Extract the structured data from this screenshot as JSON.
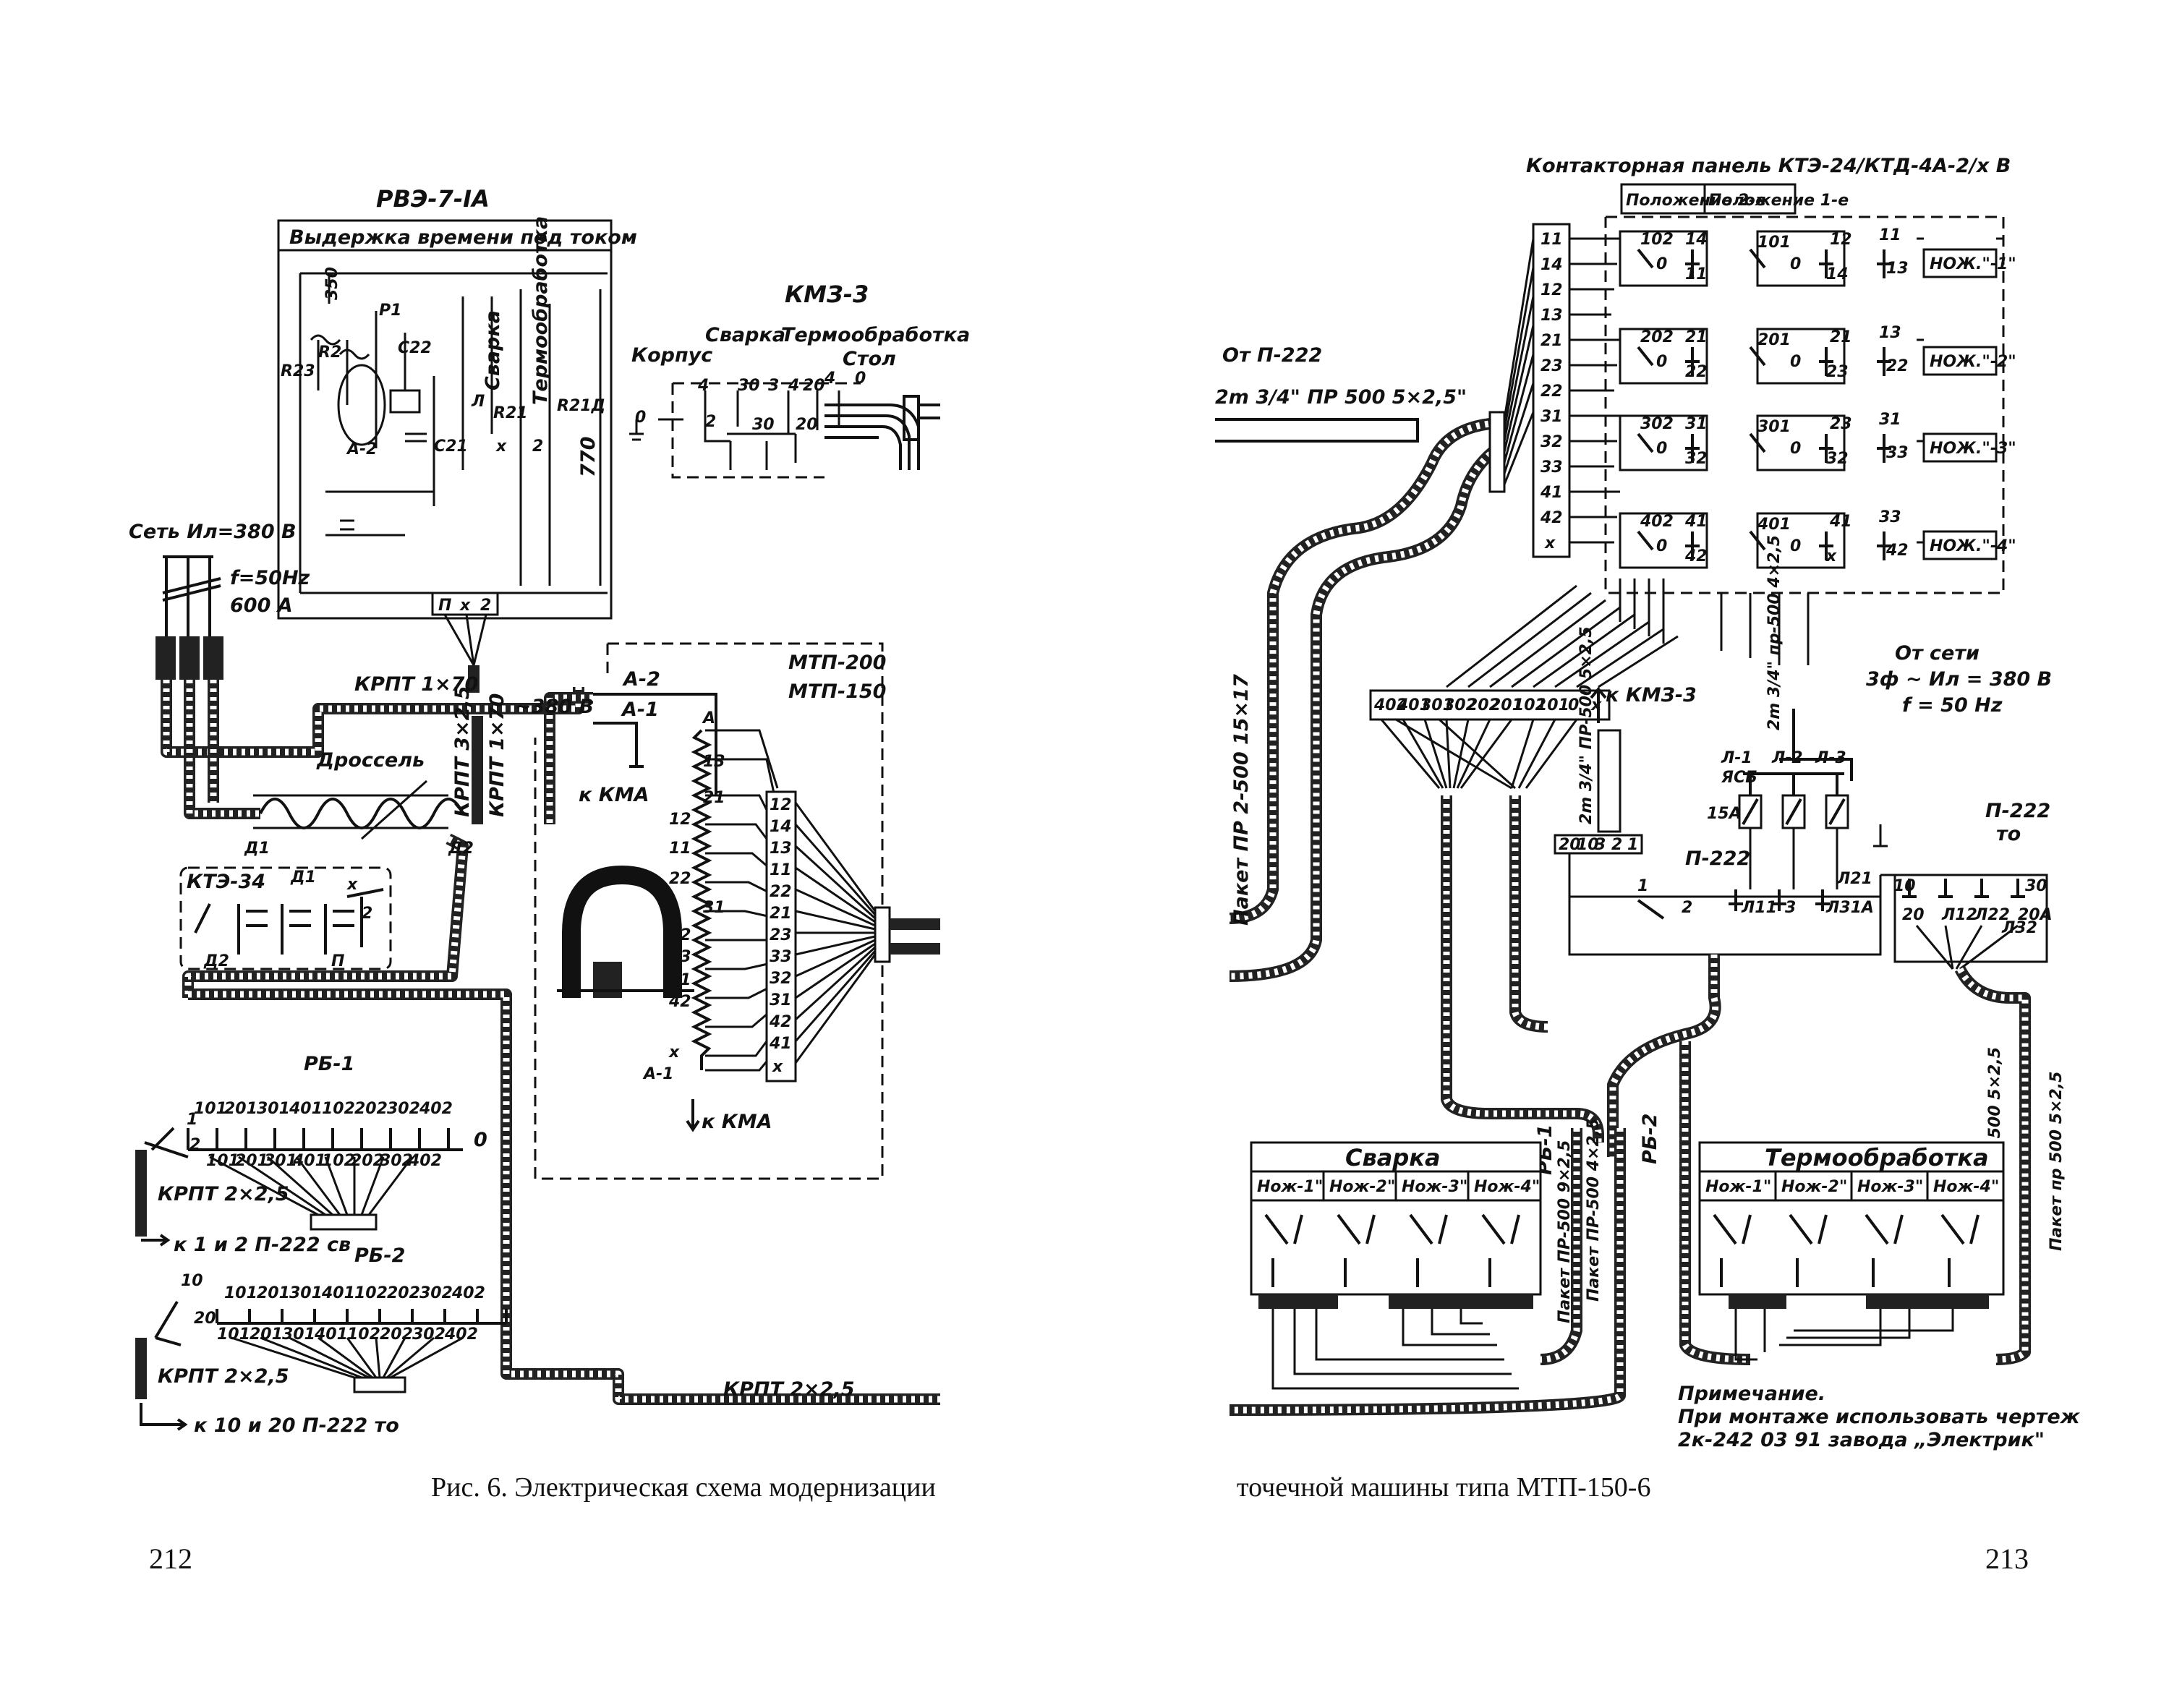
{
  "left_page": {
    "relay_title": "РВЭ-7-IA",
    "relay_header": "Выдержка времени под током",
    "relay_labels": [
      "R23",
      "R2",
      "P1",
      "C22",
      "C21",
      "A-2",
      "R21",
      "Сварка",
      "Термообработка",
      "Л",
      "x",
      "2",
      "R21Д",
      "770",
      "350"
    ],
    "relay_terminals": [
      "П",
      "x",
      "2"
    ],
    "km3_title": "КМЗ-3",
    "km3_labels": [
      "Корпус",
      "Сварка",
      "Термообработка",
      "Стол",
      "4",
      "30",
      "3",
      "4",
      "20",
      "4",
      "0",
      "2",
      "30",
      "20",
      "0"
    ],
    "mains_label": "Сеть Ил=380 В",
    "mains_freq": "f=50Hz",
    "mains_current": "600 A",
    "cable_krpt_1x70_a": "КРПТ 1×70",
    "cable_krpt_1x70_b": "КРПТ 1×70",
    "cable_krpt_3x2_5": "КРПТ 3×2,5",
    "choke_label": "Дроссель",
    "voltage_label": "~380 В",
    "d1_labels": [
      "Д1",
      "Д1",
      "Д2",
      "Д2"
    ],
    "kte_title": "КТЭ-34",
    "kte_labels": [
      "x",
      "2",
      "П"
    ],
    "a_labels": [
      "А-2",
      "А-1"
    ],
    "kma_top": "к КМА",
    "kma_bottom": "к КМА",
    "mtp_200": "МТП-200",
    "mtp_150": "МТП-150",
    "tap_labels": [
      "А",
      "13",
      "21",
      "12",
      "11",
      "22",
      "31",
      "32",
      "33",
      "41",
      "42",
      "х",
      "А-1"
    ],
    "terminal_strip": [
      "12",
      "14",
      "13",
      "11",
      "22",
      "21",
      "23",
      "33",
      "32",
      "31",
      "42",
      "41",
      "x"
    ],
    "rb1_title": "РБ-1",
    "rb1_top": [
      "101",
      "201",
      "301",
      "401",
      "102",
      "202",
      "302",
      "402"
    ],
    "rb1_bottom": [
      "101",
      "201",
      "301",
      "401",
      "102",
      "202",
      "302",
      "402"
    ],
    "rb1_side": [
      "1",
      "2",
      "0"
    ],
    "rb1_cable": "КРПТ 2×2,5",
    "rb1_ref": "к 1 и 2 П-222 св",
    "rb2_title": "РБ-2",
    "rb2_top": [
      "101",
      "201",
      "301",
      "401",
      "102",
      "202",
      "302",
      "402"
    ],
    "rb2_bottom": [
      "101",
      "201",
      "301",
      "401",
      "102",
      "202",
      "302",
      "402"
    ],
    "rb2_side": [
      "10",
      "20"
    ],
    "rb2_cable": "КРПТ 2×2,5",
    "rb2_ref": "к 10 и 20 П-222 то",
    "cable_bottom": "КРПТ 2×2,5",
    "caption": "Рис. 6. Электрическая схема модернизации",
    "page_number": "212"
  },
  "right_page": {
    "panel_title": "Контакторная панель КТЭ-24/КТД-4А-2/х В",
    "position_2": "Положение 2-е",
    "position_1": "Положение 1-е",
    "panel_terminals": [
      "11",
      "14",
      "12",
      "13",
      "21",
      "23",
      "22",
      "31",
      "32",
      "33",
      "41",
      "42",
      "x"
    ],
    "panel_contacts": [
      [
        "102",
        "0",
        "14",
        "11",
        "101",
        "0",
        "12",
        "14",
        "11",
        "13"
      ],
      [
        "202",
        "0",
        "21",
        "22",
        "201",
        "0",
        "21",
        "23",
        "13",
        "22"
      ],
      [
        "302",
        "0",
        "31",
        "32",
        "301",
        "0",
        "23",
        "32",
        "31",
        "33"
      ],
      [
        "402",
        "0",
        "41",
        "42",
        "401",
        "0",
        "41",
        "x",
        "33",
        "42"
      ]
    ],
    "knife_labels": [
      "НОЖ.\"-1\"",
      "НОЖ.\"-2\"",
      "НОЖ.\"-3\"",
      "НОЖ.\"-4\""
    ],
    "from_p222": "От П-222",
    "p222_cable": "2m 3/4\" ПР 500 5×2,5\"",
    "packet_left": "Пакет ПР 2-500 15×17",
    "strip_labels": [
      "402",
      "401",
      "301",
      "302",
      "202",
      "201",
      "102",
      "101",
      "0",
      "x"
    ],
    "km3_ref": "к КМЗ-3",
    "km3_cable": "2m 3/4\" ПР-500 5×2,5",
    "mains_cable": "2m 3/4\" пр-500 4×2,5",
    "from_mains": "От сети",
    "mains_spec": "3ф ~ Ил = 380 В",
    "mains_freq": "f = 50 Hz",
    "fuse_labels": [
      "Л-1",
      "ЯСБ",
      "Л-2",
      "Л-3",
      "15А"
    ],
    "strip_small": [
      "20",
      "10",
      "3",
      "2",
      "1"
    ],
    "p222_title": "П-222",
    "p222_labels": [
      "1",
      "2",
      "Л11",
      "Л21",
      "3",
      "Л31А"
    ],
    "p222_to_title": "П-222",
    "p222_to_sub": "то",
    "p222_to_labels": [
      "10",
      "20",
      "Л12",
      "Л22",
      "Л32",
      "20А",
      "30"
    ],
    "packet_rb1": "РБ-1",
    "packet_rb2": "РБ-2",
    "packet_pr500_1": "Пакет ПР-500 9×2,5",
    "packet_pr500_2": "Пакет ПР-500 4×2,5",
    "packet_pr500_3": "Пакет ПР 500 5×2,5",
    "packet_pr500_4": "Пакет пр 500 5×2,5",
    "welding_title": "Сварка",
    "welding_knives": [
      "Нож-1\"",
      "Нож-2\"",
      "Нож-3\"",
      "Нож-4\""
    ],
    "heat_title": "Термообработка",
    "heat_knives": [
      "Нож-1\"",
      "Нож-2\"",
      "Нож-3\"",
      "Нож-4\""
    ],
    "note_title": "Примечание.",
    "note_line1": "При монтаже использовать чертеж",
    "note_line2": "2к-242 03 91 завода „Электрик\"",
    "caption": "точечной машины типа МТП-150-6",
    "page_number": "213"
  }
}
